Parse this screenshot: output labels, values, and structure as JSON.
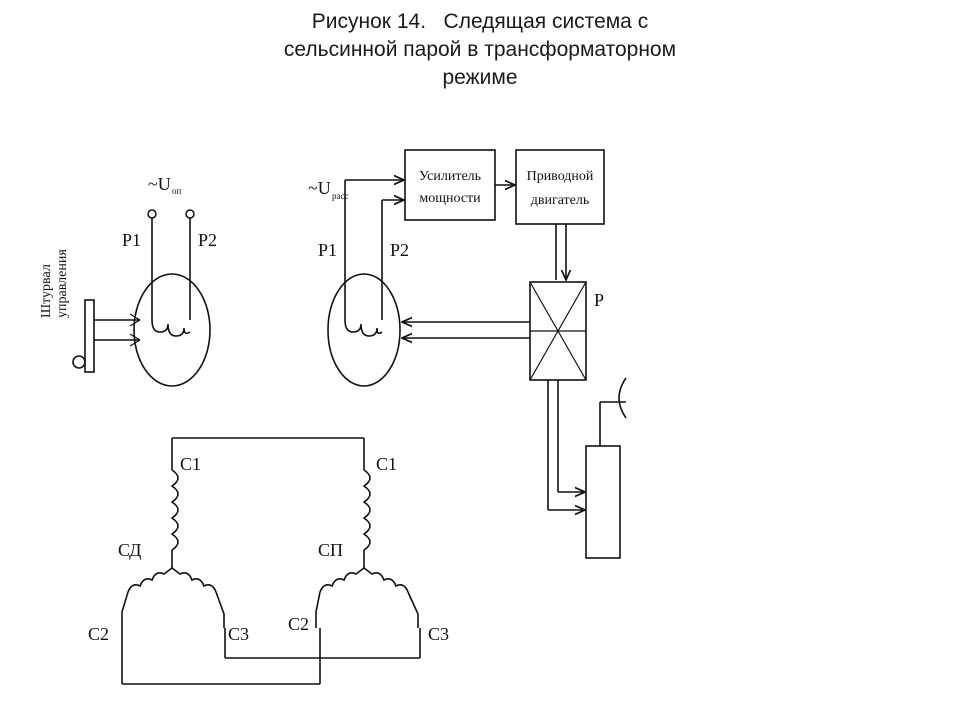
{
  "title": {
    "line1": "Рисунок 14.   Следящая система с",
    "line2": "сельсинной парой в трансформаторном",
    "line3": "режиме"
  },
  "diagram": {
    "steering_line1": "Штурвал",
    "steering_line2": "управления",
    "supply_voltage": "~U",
    "supply_voltage_sub": "оп",
    "mismatch_voltage": "~U",
    "mismatch_voltage_sub": "расс",
    "rotor_left_p1": "Р1",
    "rotor_left_p2": "Р2",
    "rotor_right_p1": "Р1",
    "rotor_right_p2": "Р2",
    "amplifier_line1": "Усилитель",
    "amplifier_line2": "мощности",
    "motor_line1": "Приводной",
    "motor_line2": "двигатель",
    "reducer": "Р",
    "sd": "СД",
    "sp": "СП",
    "sd_c1": "С1",
    "sd_c2": "С2",
    "sd_c3": "С3",
    "sp_c1": "С1",
    "sp_c2": "С2",
    "sp_c3": "С3"
  }
}
